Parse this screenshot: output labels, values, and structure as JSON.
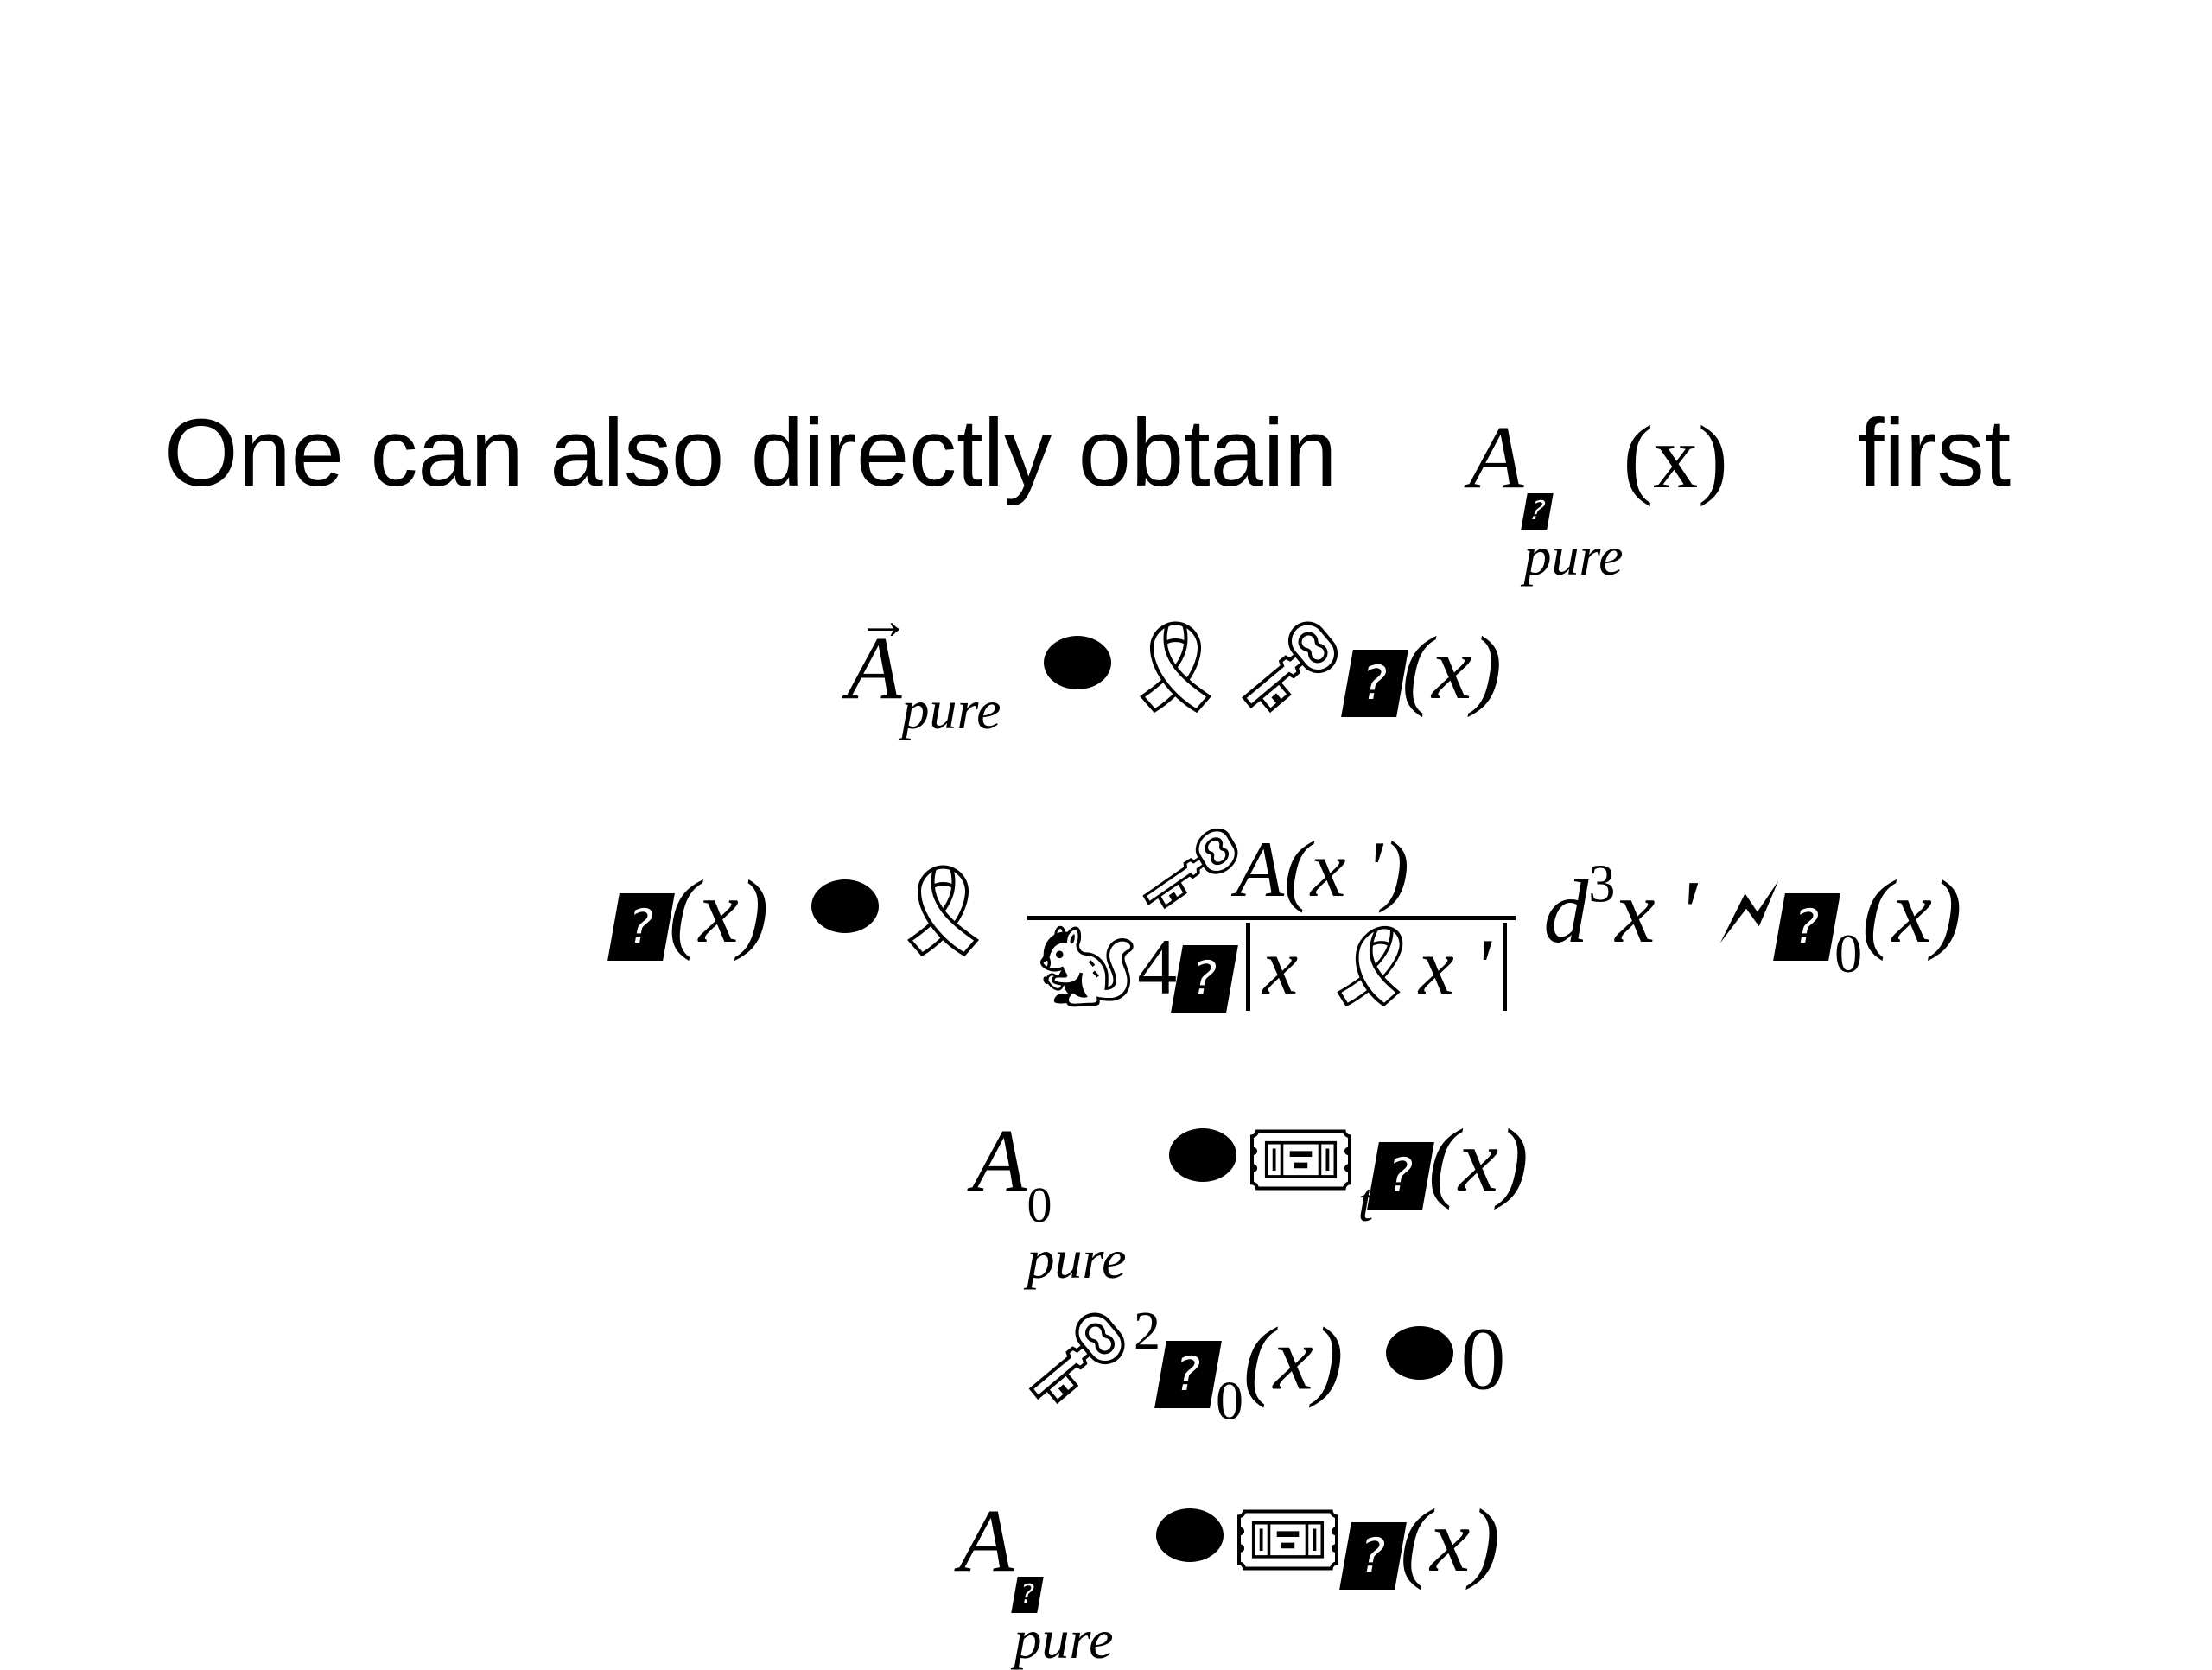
{
  "slide": {
    "intro_text": "One can also directly obtain",
    "intro_symbol": "A",
    "intro_symbol_sub": "pure",
    "intro_symbol_arg": "(x)",
    "intro_tail": "first",
    "eq1": {
      "lhs": "A",
      "lhs_sub": "pure",
      "arg": "(x)"
    },
    "eq2": {
      "lhs_arg": "(x)",
      "num_arg": "A(x ')",
      "den_prefix": "4",
      "den_x": "x",
      "den_xp": "x '",
      "tail_d": "d",
      "tail_exp": "3",
      "tail_x": "x '",
      "tail_sub": "0",
      "tail_arg": "(x)"
    },
    "eq3": {
      "lhs": "A",
      "lhs_sup": "0",
      "lhs_sub": "pure",
      "t": "t",
      "arg": "(x)"
    },
    "eq4": {
      "exp": "2",
      "sub": "0",
      "arg": "(x)",
      "rhs": "0"
    },
    "eq5": {
      "lhs": "A",
      "lhs_sub": "pure",
      "arg": "(x)"
    },
    "icons": [
      "filled-circle-icon",
      "ribbon-icon",
      "key-icon",
      "missing-glyph-icon",
      "ticket-icon",
      "burst-icon",
      "squirrel-icon"
    ]
  }
}
